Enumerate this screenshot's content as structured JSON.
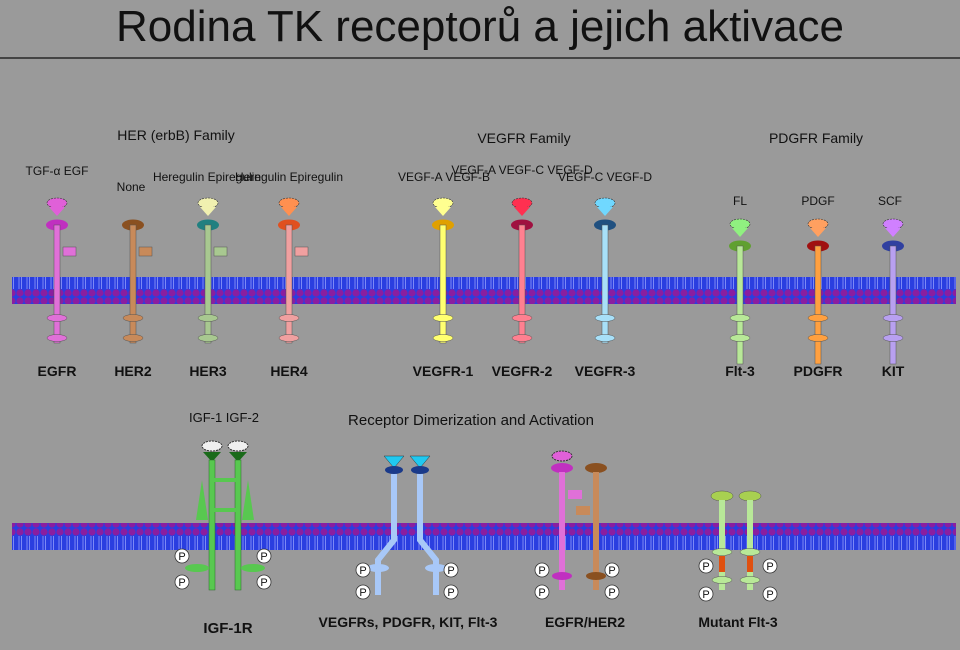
{
  "title": "Rodina TK receptorů a jejich aktivace",
  "families": {
    "her": "HER (erbB) Family",
    "vegfr": "VEGFR Family",
    "pdgfr": "PDGFR Family"
  },
  "ligands": {
    "egfr": "TGF-α EGF",
    "her2": "None",
    "her3": "Heregulin Epiregulin",
    "her4": "Heregulin Epiregulin",
    "vegfr1": "VEGF-A VEGF-B",
    "vegfr2": "VEGF-A VEGF-C VEGF-D",
    "vegfr3": "VEGF-C VEGF-D",
    "flt3": "FL",
    "pdgfr": "PDGF",
    "kit": "SCF"
  },
  "receptors": {
    "egfr": "EGFR",
    "her2": "HER2",
    "her3": "HER3",
    "her4": "HER4",
    "vegfr1": "VEGFR-1",
    "vegfr2": "VEGFR-2",
    "vegfr3": "VEGFR-3",
    "flt3": "Flt-3",
    "pdgfr": "PDGFR",
    "kit": "KIT"
  },
  "lower": {
    "heading": "Receptor Dimerization and Activation",
    "igf_ligand": "IGF-1 IGF-2",
    "phospho": "P",
    "labels": {
      "igf1r": "IGF-1R",
      "vegfrs": "VEGFRs, PDGFR, KIT, Flt-3",
      "egfr_her2": "EGFR/HER2",
      "mutant": "Mutant Flt-3"
    }
  },
  "colors": {
    "background": "#9a9a9a",
    "membrane": "#2a3ee0",
    "lipid_head": "#8a1ea0",
    "egfr": "#e070d8",
    "her2": "#c88a5a",
    "her3": "#a8c890",
    "her4": "#f0a0a0",
    "vegfr1": "#ffff70",
    "vegfr2": "#ff8090",
    "vegfr3": "#a8e0f8",
    "flt3": "#b8e898",
    "pdgfr": "#ffa040",
    "kit": "#b8a0f0",
    "igf1r": "#58c850",
    "dimer_vegfr": "#a8c8f8"
  }
}
